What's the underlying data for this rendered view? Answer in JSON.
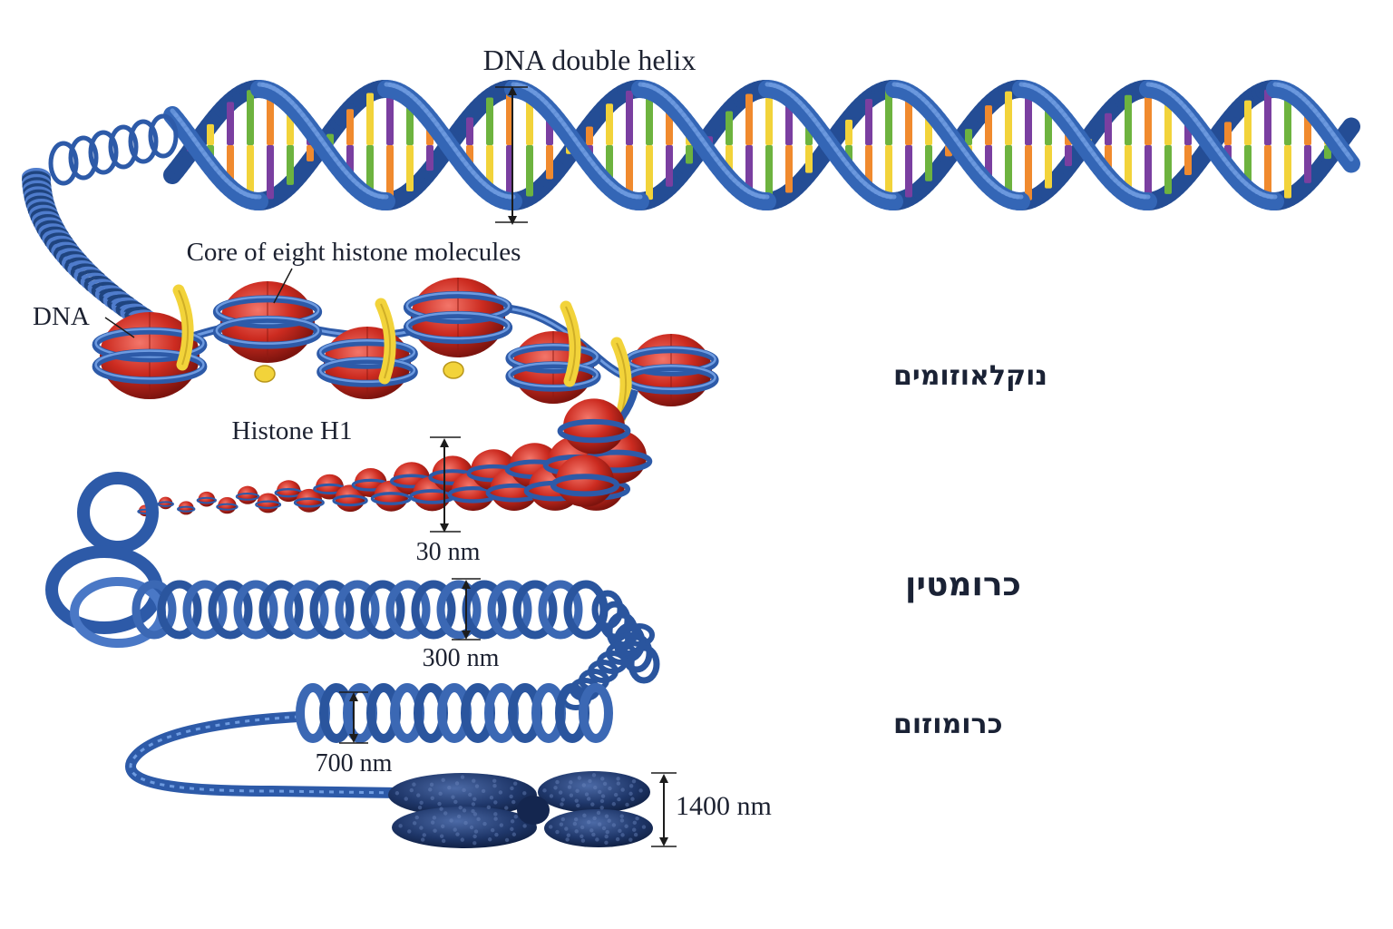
{
  "labels": {
    "double_helix": "DNA double helix",
    "core_histone": "Core of eight histone molecules",
    "dna": "DNA",
    "histone_h1": "Histone H1",
    "nm30": "30 nm",
    "nm300": "300 nm",
    "nm700": "700 nm",
    "nm1400": "1400 nm"
  },
  "stage_labels": {
    "nucleosomes": "נוקלאוזומים",
    "chromatin": "כרומטין",
    "chromosome": "כרומוזום"
  },
  "colors": {
    "ribbon": "#2d5aa8",
    "ribbon_light": "#6e9be0",
    "histone": "#c8281e",
    "histone_light": "#e9574a",
    "h1": "#f2d33a",
    "chromosome": "#1d3566",
    "base_pairs": [
      "#f08a2e",
      "#f2d33a",
      "#7a3fa0",
      "#6db33f"
    ]
  }
}
